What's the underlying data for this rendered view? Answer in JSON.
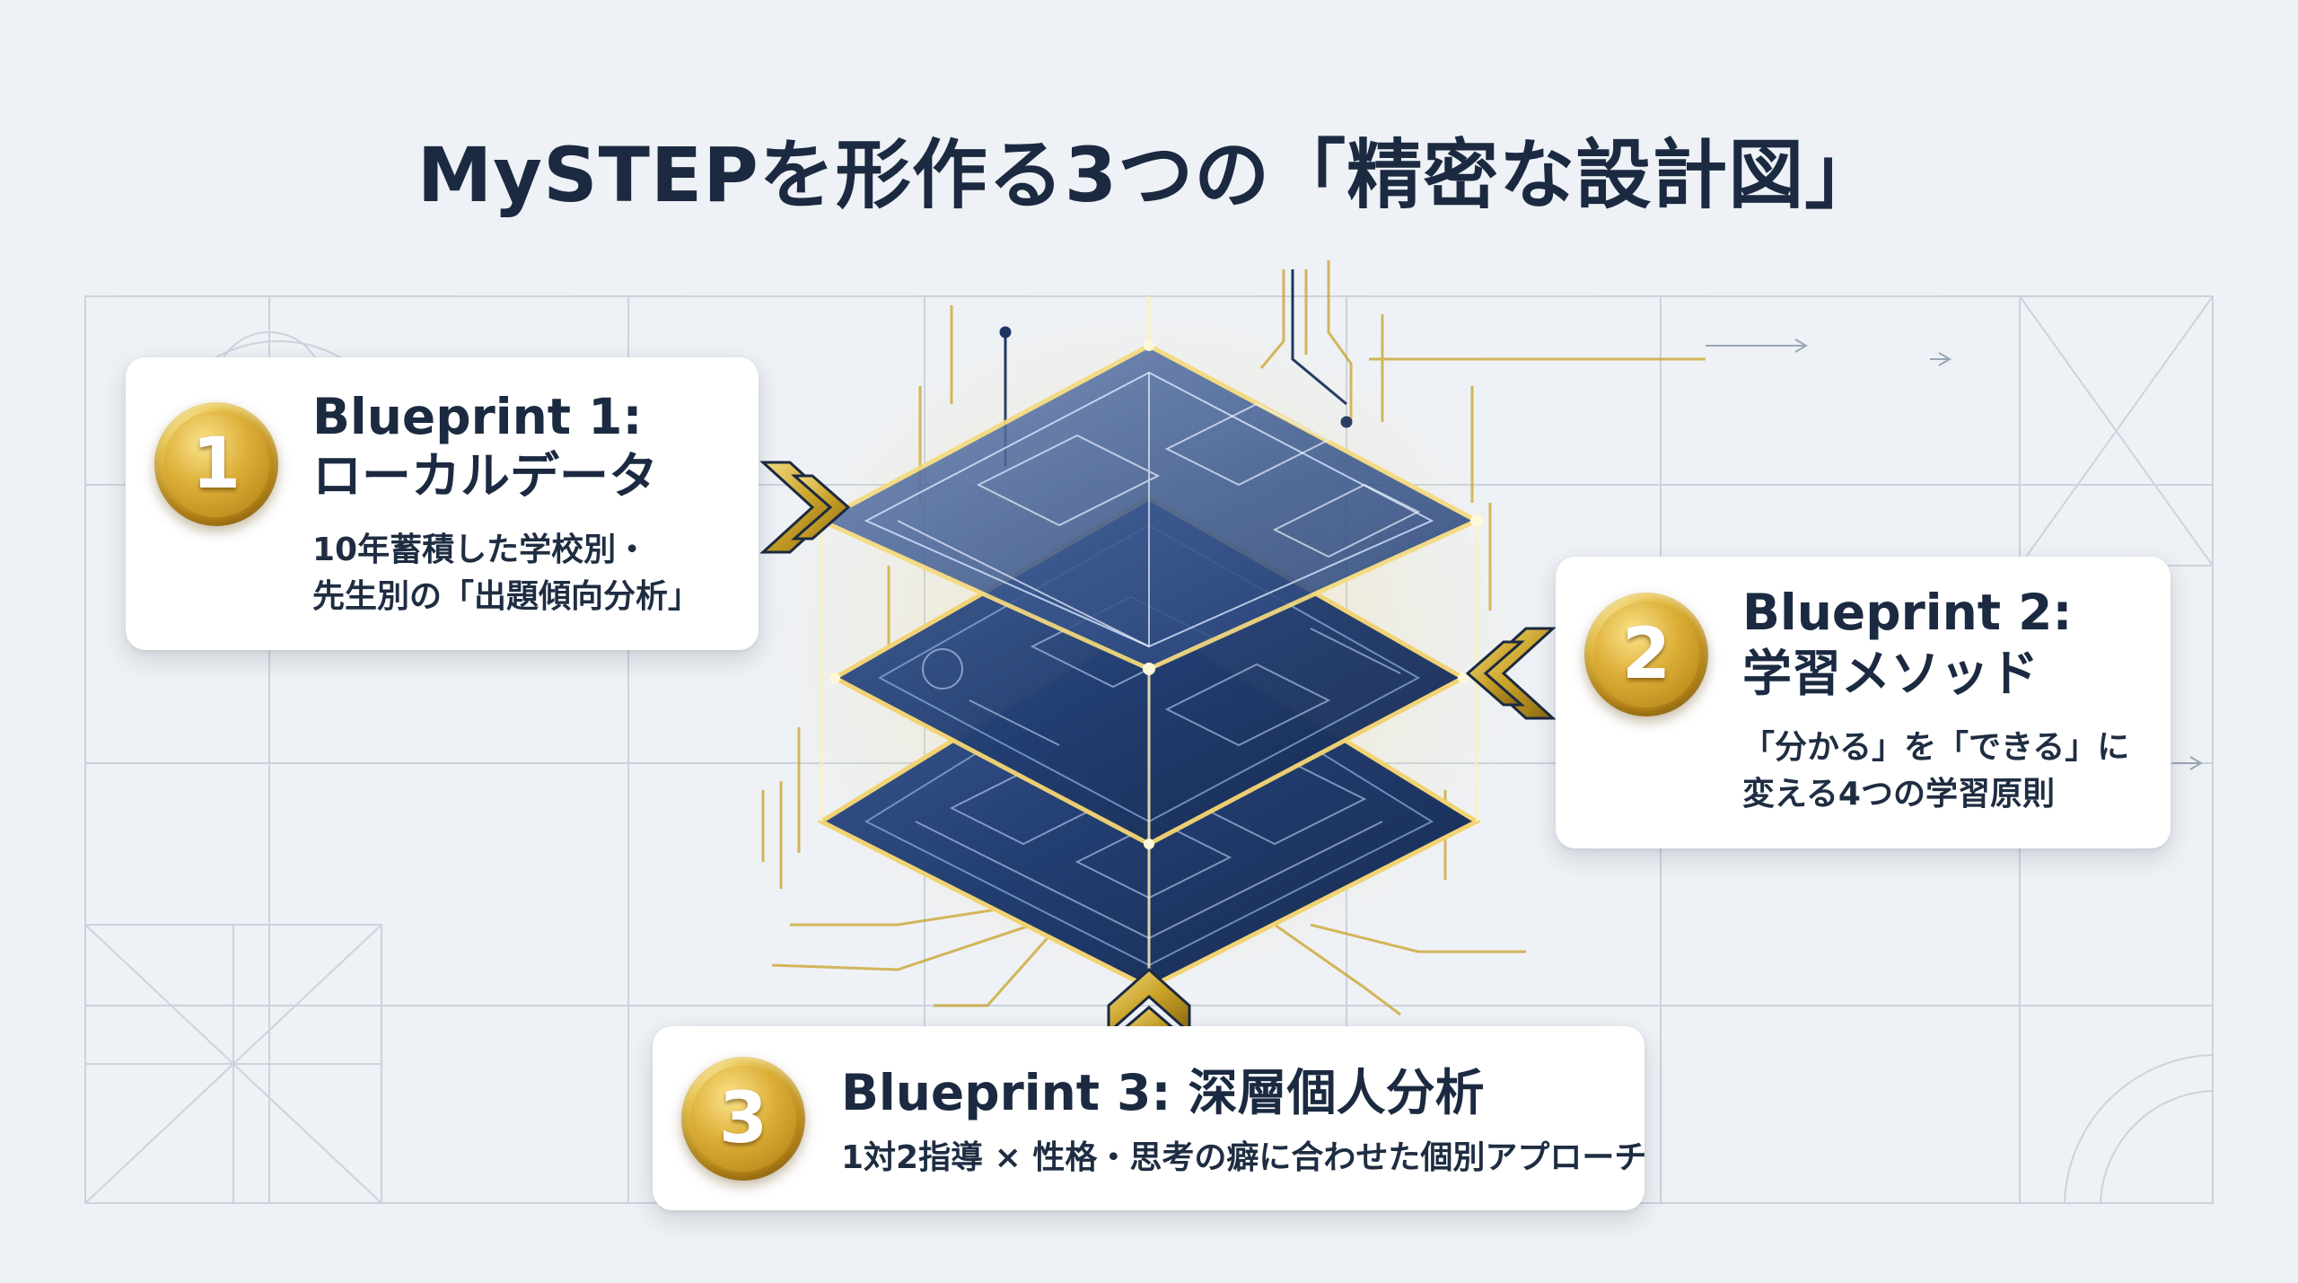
{
  "title": "MySTEPを形作る3つの「精密な設計図」",
  "blueprints": [
    {
      "number": "1",
      "heading_line1": "Blueprint 1:",
      "heading_line2": "ローカルデータ",
      "desc_line1": "10年蓄積した学校別・",
      "desc_line2": "先生別の「出題傾向分析」"
    },
    {
      "number": "2",
      "heading_line1": "Blueprint 2:",
      "heading_line2": "学習メソッド",
      "desc_line1": "「分かる」を「できる」に",
      "desc_line2": "変える4つの学習原則"
    },
    {
      "number": "3",
      "heading_line1": "Blueprint 3: 深層個人分析",
      "desc_line1": "1対2指導 × 性格・思考の癖に合わせた個別アプローチ"
    }
  ],
  "icons": [
    "gold-number-badge-icon",
    "chevron-arrow-icon",
    "layered-blueprint-illustration"
  ],
  "colors": {
    "background": "#eef1f5",
    "title": "#1b2a41",
    "gold": "#c9a227",
    "navy": "#1d3563",
    "card": "#ffffff"
  }
}
